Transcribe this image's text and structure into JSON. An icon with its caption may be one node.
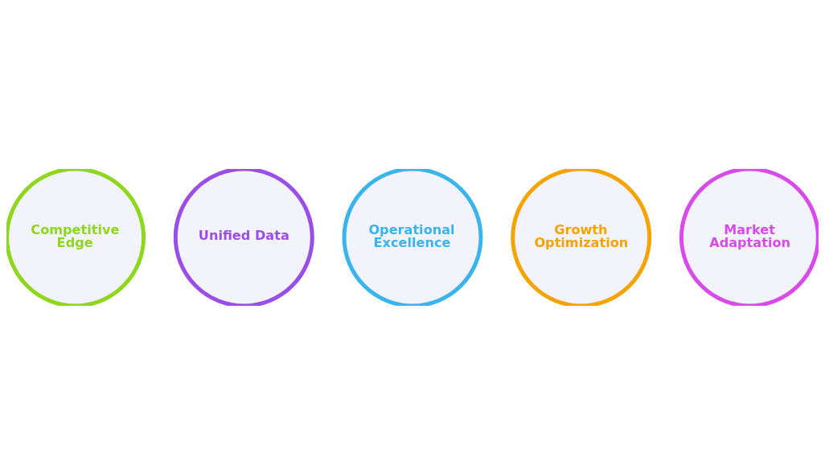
{
  "diagram": {
    "nodes": [
      {
        "text": [
          "Competitive Edge"
        ]
      },
      {
        "text": [
          "Unified Data"
        ]
      },
      {
        "text": [
          "Operational Excellence"
        ]
      },
      {
        "text": [
          "Growth Optimization"
        ]
      },
      {
        "text": [
          "Market Adaptation"
        ]
      }
    ]
  }
}
